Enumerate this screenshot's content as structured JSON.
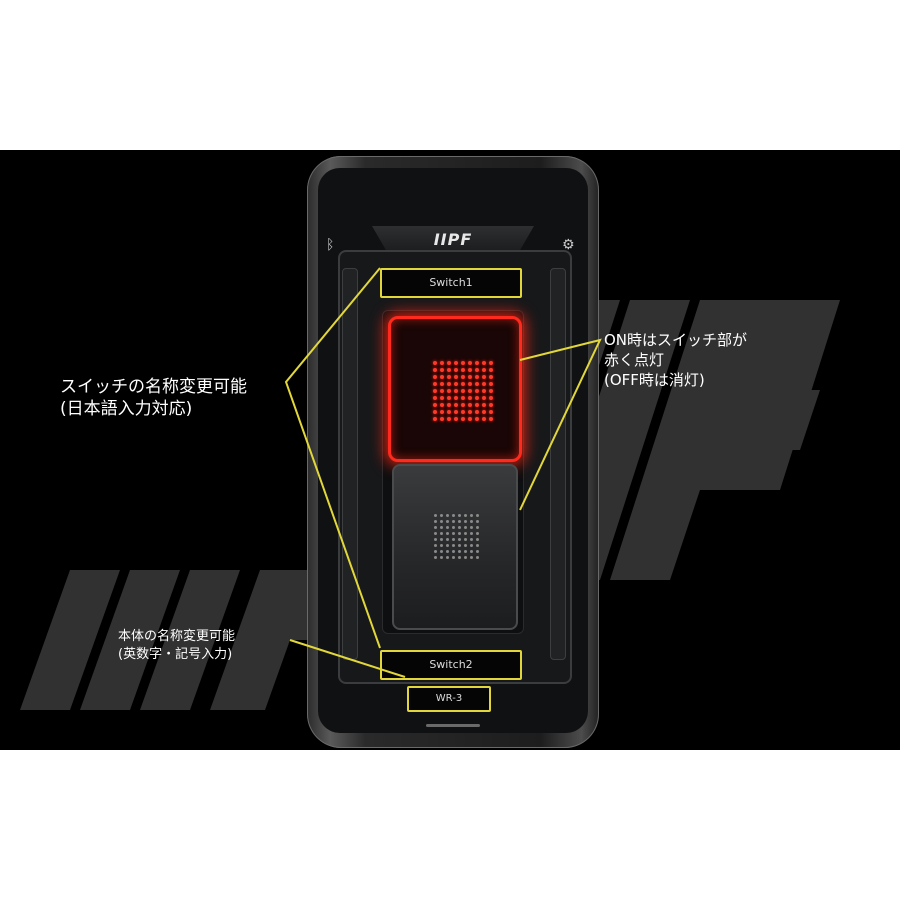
{
  "app": {
    "logo_text": "IIPF",
    "accent_color": "#1fd3c3",
    "switch_on_color": "#ff2a1e",
    "highlight_color": "#e2d73a"
  },
  "topbar": {
    "bluetooth_icon": "bluetooth-icon",
    "settings_icon": "gear-icon"
  },
  "switches": [
    {
      "name": "Switch1",
      "state": "on"
    },
    {
      "name": "Switch2",
      "state": "off"
    }
  ],
  "unit_name": "WR-3",
  "annotations": {
    "switch_name": [
      "スイッチの名称変更可能",
      "(日本語入力対応)"
    ],
    "switch_light": [
      "ON時はスイッチ部が",
      "赤く点灯",
      "(OFF時は消灯)"
    ],
    "unit_name": [
      "本体の名称変更可能",
      "(英数字・記号入力)"
    ]
  },
  "watermark_text": "IIIPF"
}
